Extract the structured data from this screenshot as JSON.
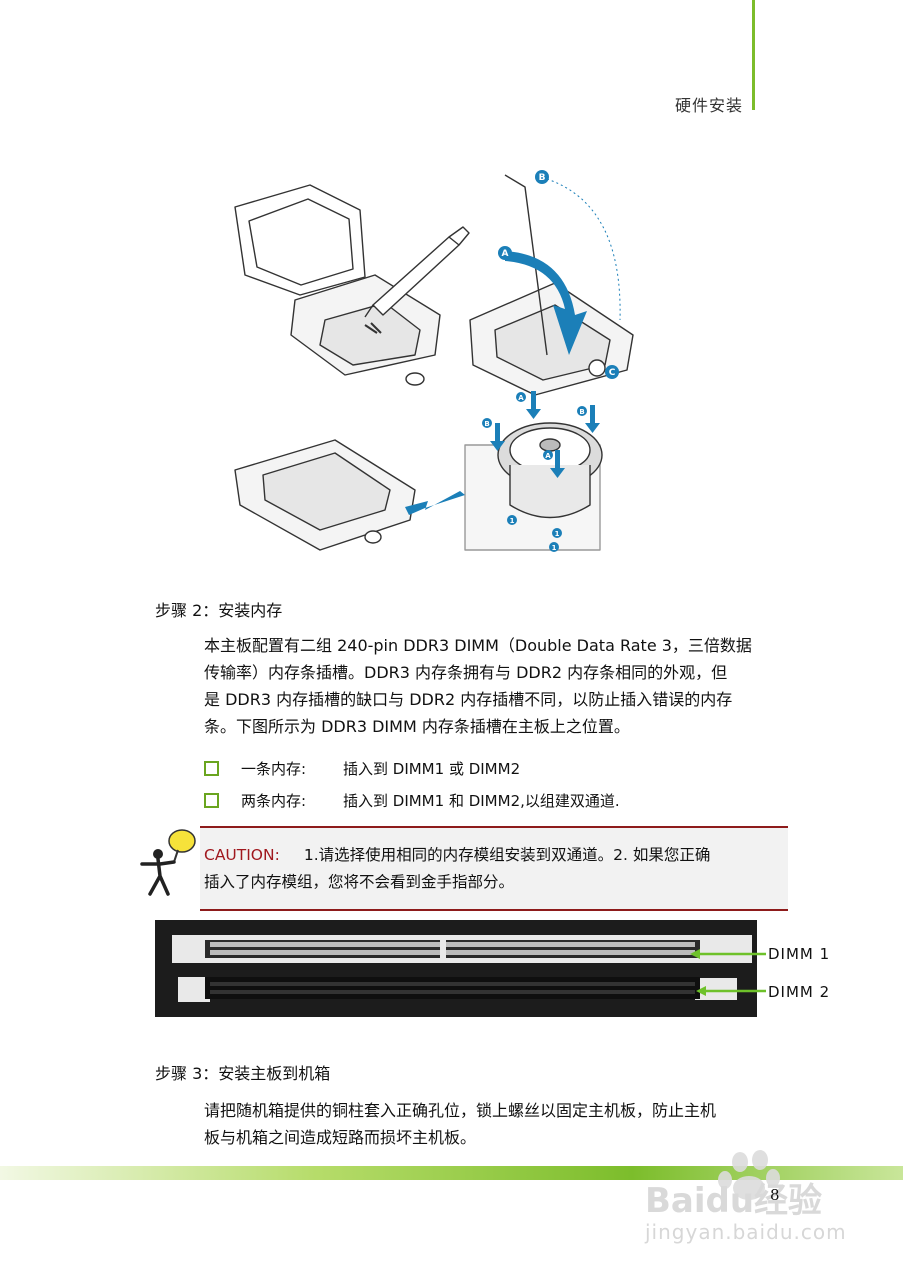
{
  "header": {
    "title": "硬件安装"
  },
  "step2": {
    "heading": "步骤 2：安装内存",
    "para_lines": [
      "本主板配置有二组  240-pin DDR3 DIMM（Double Data Rate 3，三倍数据",
      "传输率）内存条插槽。DDR3 内存条拥有与  DDR2 内存条相同的外观，但",
      "是 DDR3 内存插槽的缺口与 DDR2 内存插槽不同，以防止插入错误的内存",
      "条。下图所示为  DDR3 DIMM  内存条插槽在主板上之位置。"
    ],
    "bullets": [
      {
        "label": "一条内存:",
        "text": "插入到  DIMM1 或 DIMM2"
      },
      {
        "label": "两条内存:",
        "text": "插入到 DIMM1 和  DIMM2,以组建双通道."
      }
    ]
  },
  "caution": {
    "label": "CAUTION:",
    "line1": "1.请选择使用相同的内存模组安装到双通道。2. 如果您正确",
    "line2": "插入了内存模组，您将不会看到金手指部分。"
  },
  "dimm_labels": [
    "DIMM 1",
    "DIMM 2"
  ],
  "step3": {
    "heading": "步骤 3：安装主板到机箱",
    "para_lines": [
      "请把随机箱提供的铜柱套入正确孔位，锁上螺丝以固定主机板，防止主机",
      "板与机箱之间造成短路而损坏主机板。"
    ]
  },
  "figure_callouts": [
    "A",
    "B",
    "C",
    "A",
    "B",
    "B",
    "A",
    "1",
    "1",
    "1"
  ],
  "page_number": "8",
  "watermark": {
    "text": "Baidu经验",
    "url": "jingyan.baidu.com"
  },
  "colors": {
    "accent_green": "#7cbd2b",
    "caution_red": "#a0181e",
    "callout_blue": "#1b7fb8"
  }
}
